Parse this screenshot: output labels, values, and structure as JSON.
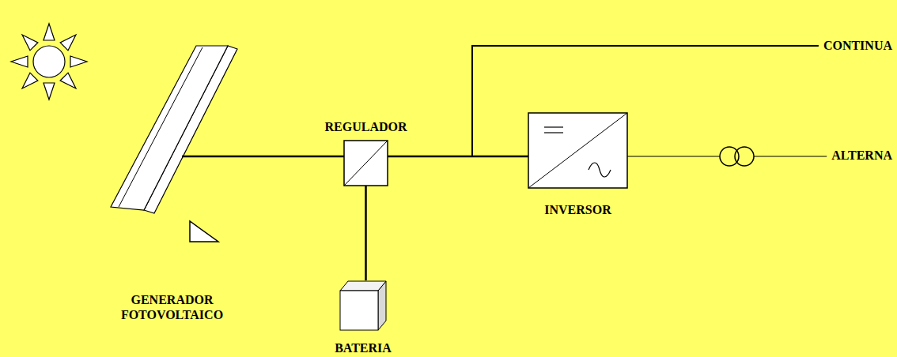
{
  "diagram": {
    "nodes": [
      {
        "text": [
          "GENERADOR FOTOVOLTAICO"
        ]
      },
      {
        "text": [
          "REGULADOR"
        ]
      },
      {
        "text": [
          "BATERIA"
        ]
      },
      {
        "text": [
          "INVERSOR"
        ]
      }
    ],
    "edges": [
      {
        "from": 0,
        "to": 1,
        "arrow": "none"
      },
      {
        "from": 1,
        "to": 2,
        "arrow": "none"
      },
      {
        "from": 1,
        "to": 3,
        "arrow": "none"
      }
    ],
    "labels": [
      "CONTINUA",
      "ALTERNA"
    ]
  }
}
